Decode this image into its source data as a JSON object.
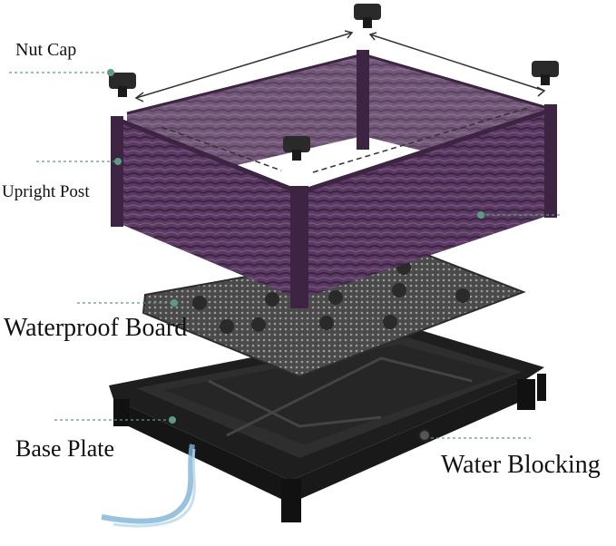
{
  "diagram": {
    "labels": {
      "nut_cap": "Nut Cap",
      "upright_post": "Upright Post",
      "waterproof_board": "Waterproof Board",
      "base_plate": "Base Plate",
      "water_blocking": "Water Blocking"
    },
    "colors": {
      "planter_purple": "#5a3a62",
      "planter_dark": "#3c2442",
      "board_gray": "#454545",
      "base_black": "#1e1e1e",
      "leader_line": "#5f9a85",
      "water": "#7fb3d6"
    }
  }
}
